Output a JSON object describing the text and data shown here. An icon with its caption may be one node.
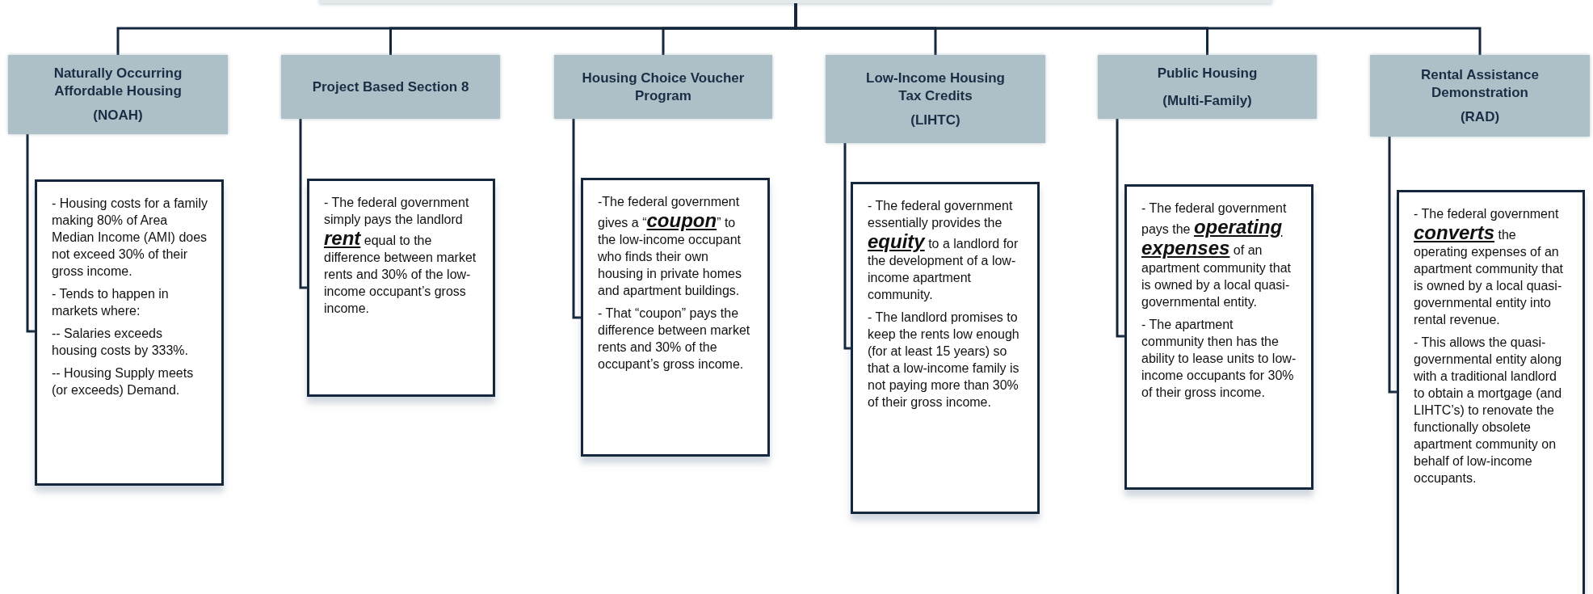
{
  "diagram": {
    "nodes": [
      {
        "text": [],
        "shape": "box"
      },
      {
        "text": [
          "Naturally Occurring Affordable Housing",
          "(NOAH)"
        ]
      },
      {
        "text": [
          "Project Based Section 8"
        ]
      },
      {
        "text": [
          "Housing Choice Voucher Program"
        ]
      },
      {
        "text": [
          "Low-Income Housing Tax Credits",
          "(LIHTC)"
        ]
      },
      {
        "text": [
          "Public Housing",
          "(Multi-Family)"
        ]
      },
      {
        "text": [
          "Rental Assistance Demonstration",
          "(RAD)"
        ]
      },
      {
        "text": [
          "- Housing costs for a family making 80% of Area Median Income (AMI) does not exceed 30% of their gross income.",
          "- Tends to happen in markets where:",
          "-- Salaries exceeds housing costs by 333%.",
          "-- Housing Supply meets (or exceeds) Demand."
        ]
      },
      {
        "text": [
          "- The federal government simply pays the landlord **rent** equal to the difference between market rents and 30% of the low-income occupant’s gross income."
        ]
      },
      {
        "text": [
          "-The federal government gives a “**coupon**” to the low-income occupant who finds their own housing in private homes and apartment buildings.",
          "- That “coupon” pays the difference between market rents and 30% of the occupant’s gross income."
        ]
      },
      {
        "text": [
          "- The federal government essentially provides the **equity** to a landlord for the development of a low-income apartment community.",
          "- The landlord promises to keep the rents low enough (for at least 15 years) so that a low-income family is not paying more than 30% of their gross income."
        ]
      },
      {
        "text": [
          "- The federal government pays the **operating expenses** of an apartment community that is owned by a local quasi-governmental entity.",
          "- The apartment community then has the ability to lease units to low-income occupants for 30% of their gross income."
        ]
      },
      {
        "text": [
          "- The federal government **converts** the operating expenses of an apartment community that is owned by a local quasi-governmental entity into rental revenue.",
          "- This allows the quasi-governmental entity along with a traditional landlord to obtain a mortgage (and LIHTC’s) to renovate the functionally obsolete apartment community on behalf of low-income occupants."
        ]
      }
    ],
    "edges": [
      {
        "from": 0,
        "to": 1,
        "arrow": "none"
      },
      {
        "from": 0,
        "to": 2,
        "arrow": "none"
      },
      {
        "from": 0,
        "to": 3,
        "arrow": "none"
      },
      {
        "from": 0,
        "to": 4,
        "arrow": "none"
      },
      {
        "from": 0,
        "to": 5,
        "arrow": "none"
      },
      {
        "from": 0,
        "to": 6,
        "arrow": "none"
      },
      {
        "from": 1,
        "to": 7,
        "arrow": "none"
      },
      {
        "from": 2,
        "to": 8,
        "arrow": "none"
      },
      {
        "from": 3,
        "to": 9,
        "arrow": "none"
      },
      {
        "from": 4,
        "to": 10,
        "arrow": "none"
      },
      {
        "from": 5,
        "to": 11,
        "arrow": "none"
      },
      {
        "from": 6,
        "to": 12,
        "arrow": "none"
      }
    ]
  }
}
